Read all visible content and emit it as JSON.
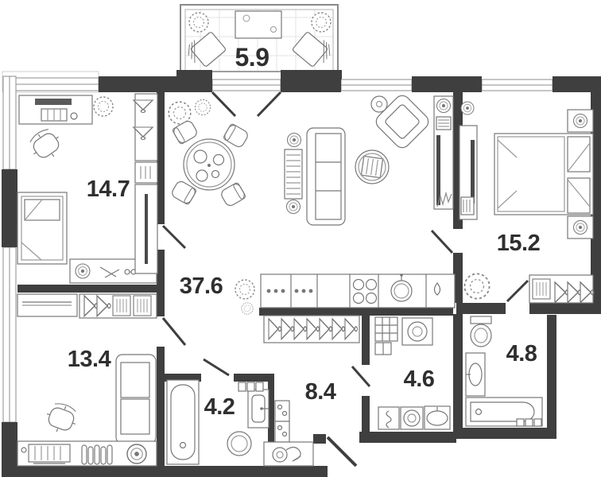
{
  "plan": {
    "type": "apartment-floor-plan",
    "rooms": {
      "balcony": {
        "area": "5.9"
      },
      "study": {
        "area": "14.7"
      },
      "living_kitchen": {
        "area": "37.6"
      },
      "bedroom": {
        "area": "15.2"
      },
      "room2": {
        "area": "13.4"
      },
      "bathroom": {
        "area": "4.2"
      },
      "hall": {
        "area": "8.4"
      },
      "wc": {
        "area": "4.6"
      },
      "ensuite": {
        "area": "4.8"
      }
    },
    "colors": {
      "wall": "#3f3f3f",
      "furniture_line": "#777777",
      "label_text": "#2f2f2f",
      "balcony_grid": "#e3e3e3"
    }
  }
}
